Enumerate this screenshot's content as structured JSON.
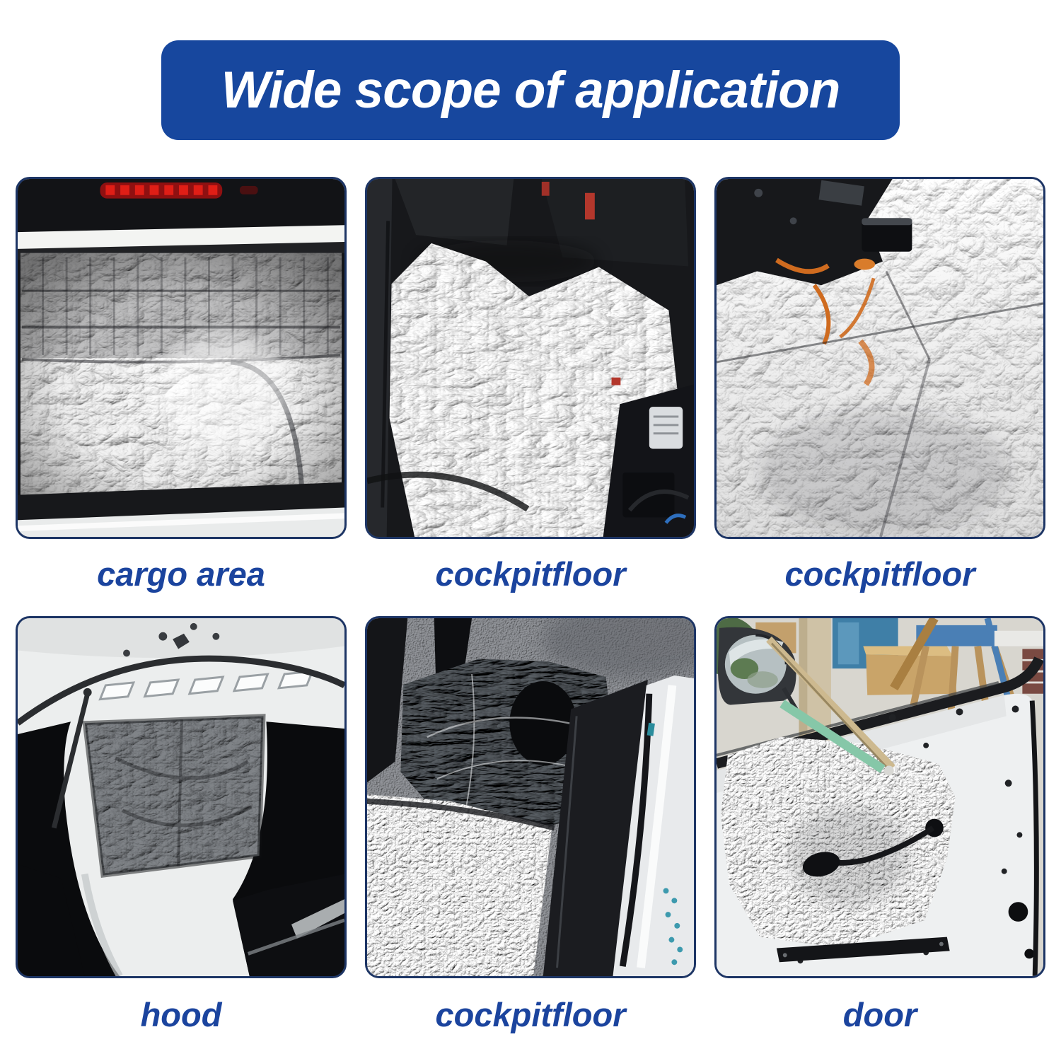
{
  "banner": {
    "text": "Wide scope of application",
    "background_color": "#17479E",
    "text_color": "#FFFFFF"
  },
  "captions": {
    "color": "#1B449E"
  },
  "photo_frame": {
    "border_color": "#1D3565"
  },
  "figures": [
    {
      "label": "cargo area",
      "depicts": "car trunk interior lined with crinkled silver insulation foil, red third brake light at top, white bumper below"
    },
    {
      "label": "cockpitfloor",
      "depicts": "front cabin floor covered with silver insulation foil, dark seats behind, control modules at lower right"
    },
    {
      "label": "cockpitfloor",
      "depicts": "stripped cabin floor fully covered with bright silver insulation foil, dash machinery and orange wiring at upper left"
    },
    {
      "label": "hood",
      "depicts": "open white hood with dark sound-deadening mat on its underside, prop rod at left, windshield at lower right"
    },
    {
      "label": "cockpitfloor",
      "depicts": "cockpit floor with black-wrapped seat base, silver foil below, white door sill with cable at right"
    },
    {
      "label": "door",
      "depicts": "open white car door with inner panel covered in silver insulation foil, side mirror and courtyard visible above"
    }
  ]
}
